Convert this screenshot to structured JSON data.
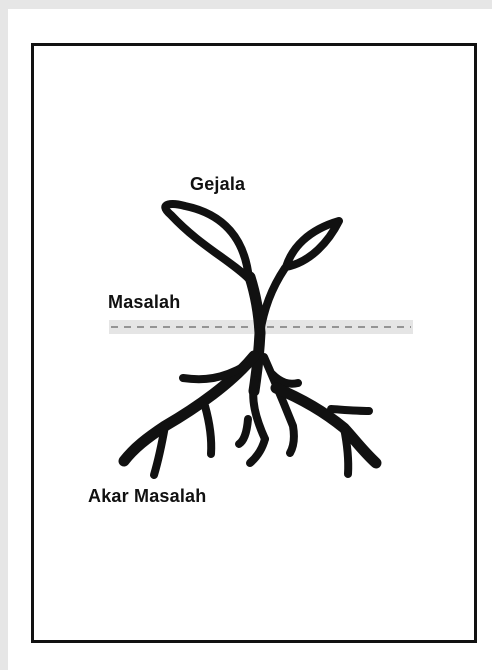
{
  "diagram": {
    "labels": {
      "symptom": "Gejala",
      "problem": "Masalah",
      "root_cause": "Akar Masalah"
    },
    "colors": {
      "background": "#e6e6e6",
      "page": "#ffffff",
      "ink": "#111111",
      "ground_band": "#e5e5e5",
      "dash": "#7a7a7a"
    },
    "icons": {
      "plant": "sprout-icon",
      "roots": "roots-icon",
      "ground": "dashed-ground-line"
    }
  }
}
